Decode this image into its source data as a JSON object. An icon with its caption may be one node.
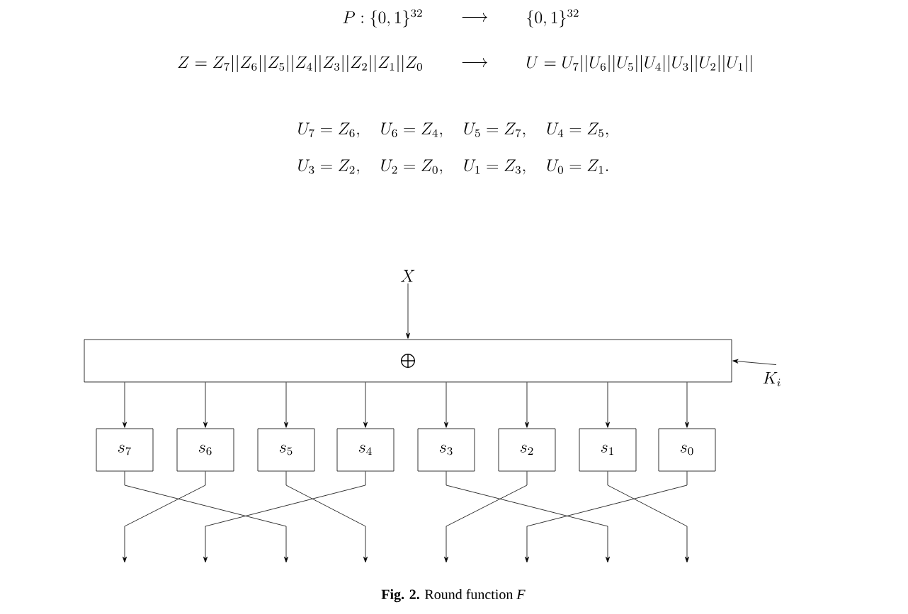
{
  "diagram": {
    "caption": "**Fig. 2.** Round function *F*",
    "nodes": [
      {
        "text": [
          "X"
        ]
      },
      {
        "text": [
          "\\bigoplus"
        ]
      },
      {
        "text": [
          "K_i"
        ]
      },
      {
        "text": [
          "s_7"
        ]
      },
      {
        "text": [
          "s_6"
        ]
      },
      {
        "text": [
          "s_5"
        ]
      },
      {
        "text": [
          "s_4"
        ]
      },
      {
        "text": [
          "s_3"
        ]
      },
      {
        "text": [
          "s_2"
        ]
      },
      {
        "text": [
          "s_1"
        ]
      },
      {
        "text": [
          "s_0"
        ]
      }
    ],
    "edges": [
      {
        "from": 0,
        "to": 1,
        "arrow": "to"
      },
      {
        "from": 2,
        "to": 1,
        "arrow": "to"
      },
      {
        "from": 1,
        "to": 3,
        "arrow": "to"
      },
      {
        "from": 1,
        "to": 4,
        "arrow": "to"
      },
      {
        "from": 1,
        "to": 5,
        "arrow": "to"
      },
      {
        "from": 1,
        "to": 6,
        "arrow": "to"
      },
      {
        "from": 1,
        "to": 7,
        "arrow": "to"
      },
      {
        "from": 1,
        "to": 8,
        "arrow": "to"
      },
      {
        "from": 1,
        "to": 9,
        "arrow": "to"
      },
      {
        "from": 1,
        "to": 10,
        "arrow": "to"
      },
      {
        "from": 3,
        "to": null,
        "arrow": "to"
      },
      {
        "from": 4,
        "to": null,
        "arrow": "to"
      },
      {
        "from": 5,
        "to": null,
        "arrow": "to"
      },
      {
        "from": 6,
        "to": null,
        "arrow": "to"
      },
      {
        "from": 7,
        "to": null,
        "arrow": "to"
      },
      {
        "from": 8,
        "to": null,
        "arrow": "to"
      },
      {
        "from": 9,
        "to": null,
        "arrow": "to"
      },
      {
        "from": 10,
        "to": null,
        "arrow": "to"
      }
    ],
    "labels": [
      "P:\\{0,1\\}^{32}",
      "\\longrightarrow",
      "\\{0,1\\}^{32}",
      "Z=Z_7||Z_6||Z_5||Z_4||Z_3||Z_2||Z_1||Z_0",
      "\\longrightarrow",
      "U=U_7||U_6||U_5||U_4||U_3||U_2||U_1||",
      "U_7=Z_6,\\quad U_6=Z_4,\\quad U_5=Z_7,\\quad U_4=Z_5,",
      "U_3=Z_2,\\quad U_2=Z_0,\\quad U_1=Z_3,\\quad U_0=Z_1."
    ]
  }
}
